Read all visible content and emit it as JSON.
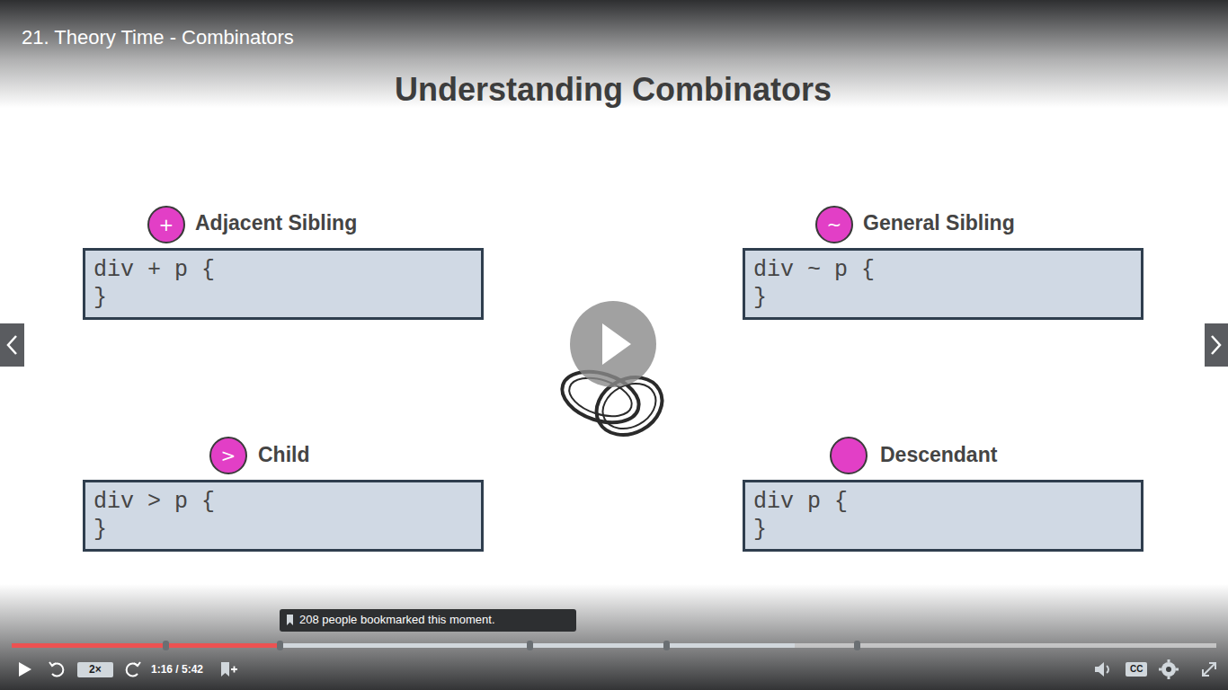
{
  "diagram": {
    "title": "Understanding Combinators",
    "nodes": [
      {
        "text": [
          "+"
        ]
      },
      {
        "text": [
          "Adjacent Sibling",
          "div + p { }"
        ]
      },
      {
        "text": [
          "~"
        ]
      },
      {
        "text": [
          "General Sibling",
          "div ~ p { }"
        ]
      },
      {
        "text": [
          ">"
        ]
      },
      {
        "text": [
          "Child",
          "div > p { }"
        ]
      },
      {
        "text": [
          "Descendant",
          "div p { }"
        ]
      }
    ],
    "labels": [
      "21. Theory Time - Combinators",
      "208 people bookmarked this moment.",
      "2×",
      "1:16 / 5:42",
      "CC"
    ]
  }
}
